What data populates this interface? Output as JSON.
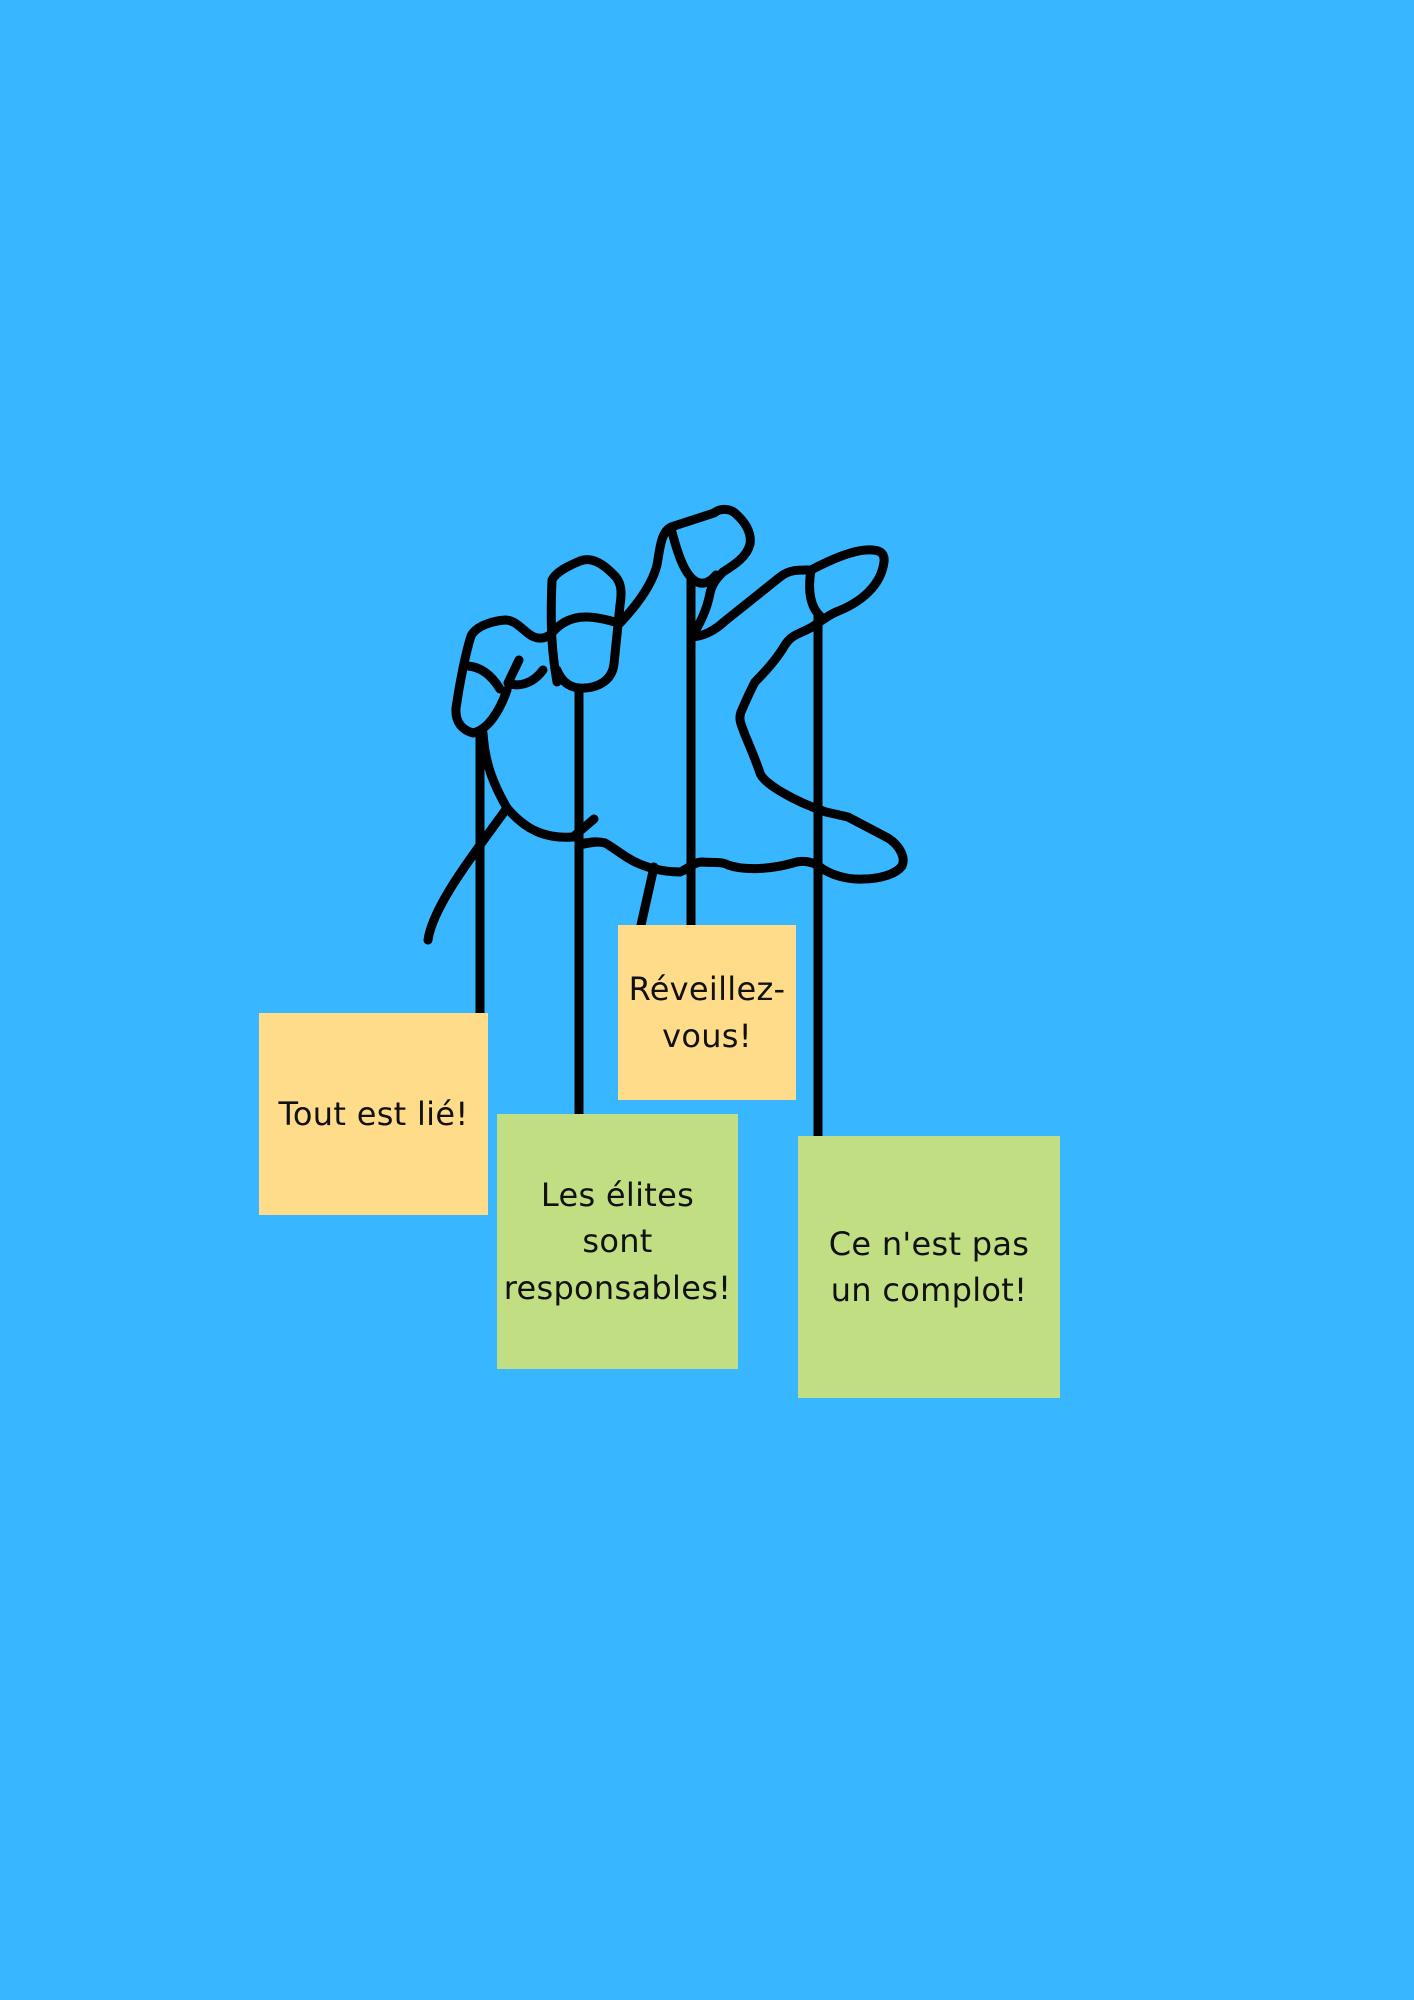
{
  "background_color": "#38b6ff",
  "illustration": {
    "icon": "marionette-hand-icon",
    "stroke_color": "#000000"
  },
  "notes": [
    {
      "text": "Tout est lié!",
      "color": "#ffdc8a"
    },
    {
      "text": "Les élites sont responsables!",
      "color": "#c1df82"
    },
    {
      "text": "Réveillez-vous!",
      "color": "#ffdc8a"
    },
    {
      "text": "Ce n'est pas un complot!",
      "color": "#c1df82"
    }
  ]
}
